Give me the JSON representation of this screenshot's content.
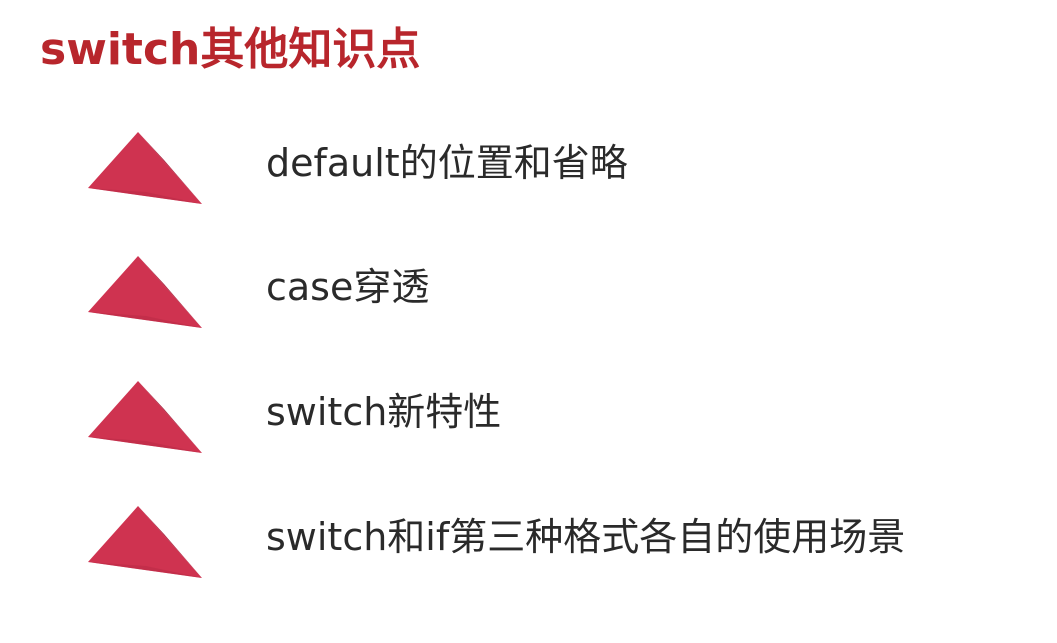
{
  "slide": {
    "title": "switch其他知识点",
    "accent_color": "#b8262c",
    "bullet_icon": "red-pyramid-triangle-icon",
    "bullet_color": "#d1334f",
    "items": [
      {
        "label": "default的位置和省略"
      },
      {
        "label": "case穿透"
      },
      {
        "label": "switch新特性"
      },
      {
        "label": "switch和if第三种格式各自的使用场景"
      }
    ]
  }
}
